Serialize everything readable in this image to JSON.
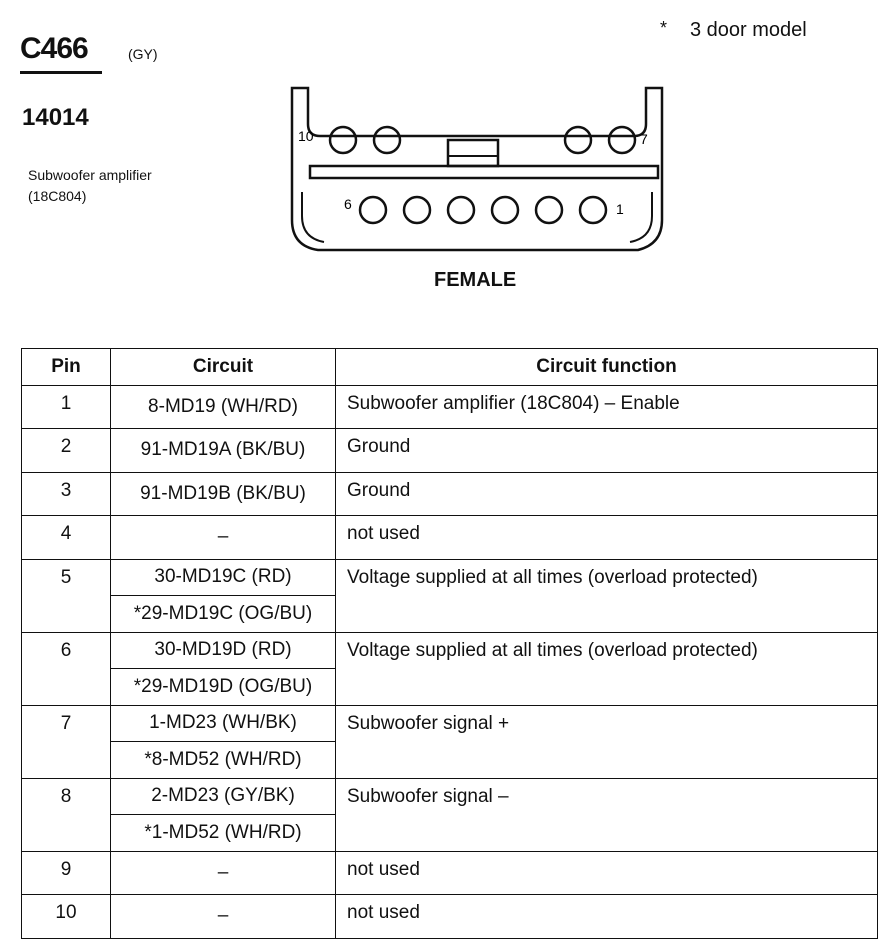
{
  "header": {
    "connector_code": "C466",
    "connector_color": "(GY)",
    "part_number": "14014",
    "component_name": "Subwoofer amplifier",
    "component_code": "(18C804)"
  },
  "footnote": {
    "marker": "*",
    "text": "3 door model"
  },
  "connector": {
    "gender": "FEMALE",
    "pin_labels": {
      "p10": "10",
      "p7": "7",
      "p6": "6",
      "p1": "1"
    }
  },
  "table": {
    "headers": {
      "pin": "Pin",
      "circuit": "Circuit",
      "function": "Circuit function"
    },
    "rows": [
      {
        "pin": "1",
        "circuits": [
          "8-MD19 (WH/RD)"
        ],
        "function": "Subwoofer amplifier (18C804) – Enable"
      },
      {
        "pin": "2",
        "circuits": [
          "91-MD19A (BK/BU)"
        ],
        "function": "Ground"
      },
      {
        "pin": "3",
        "circuits": [
          "91-MD19B (BK/BU)"
        ],
        "function": "Ground"
      },
      {
        "pin": "4",
        "circuits": [
          "–"
        ],
        "function": "not used"
      },
      {
        "pin": "5",
        "circuits": [
          "30-MD19C (RD)",
          "*29-MD19C (OG/BU)"
        ],
        "function": "Voltage supplied at all times (overload protected)"
      },
      {
        "pin": "6",
        "circuits": [
          "30-MD19D (RD)",
          "*29-MD19D (OG/BU)"
        ],
        "function": "Voltage supplied at all times (overload protected)"
      },
      {
        "pin": "7",
        "circuits": [
          "1-MD23 (WH/BK)",
          "*8-MD52 (WH/RD)"
        ],
        "function": "Subwoofer signal +"
      },
      {
        "pin": "8",
        "circuits": [
          "2-MD23 (GY/BK)",
          "*1-MD52 (WH/RD)"
        ],
        "function": "Subwoofer signal –"
      },
      {
        "pin": "9",
        "circuits": [
          "–"
        ],
        "function": "not used"
      },
      {
        "pin": "10",
        "circuits": [
          "–"
        ],
        "function": "not used"
      }
    ]
  }
}
